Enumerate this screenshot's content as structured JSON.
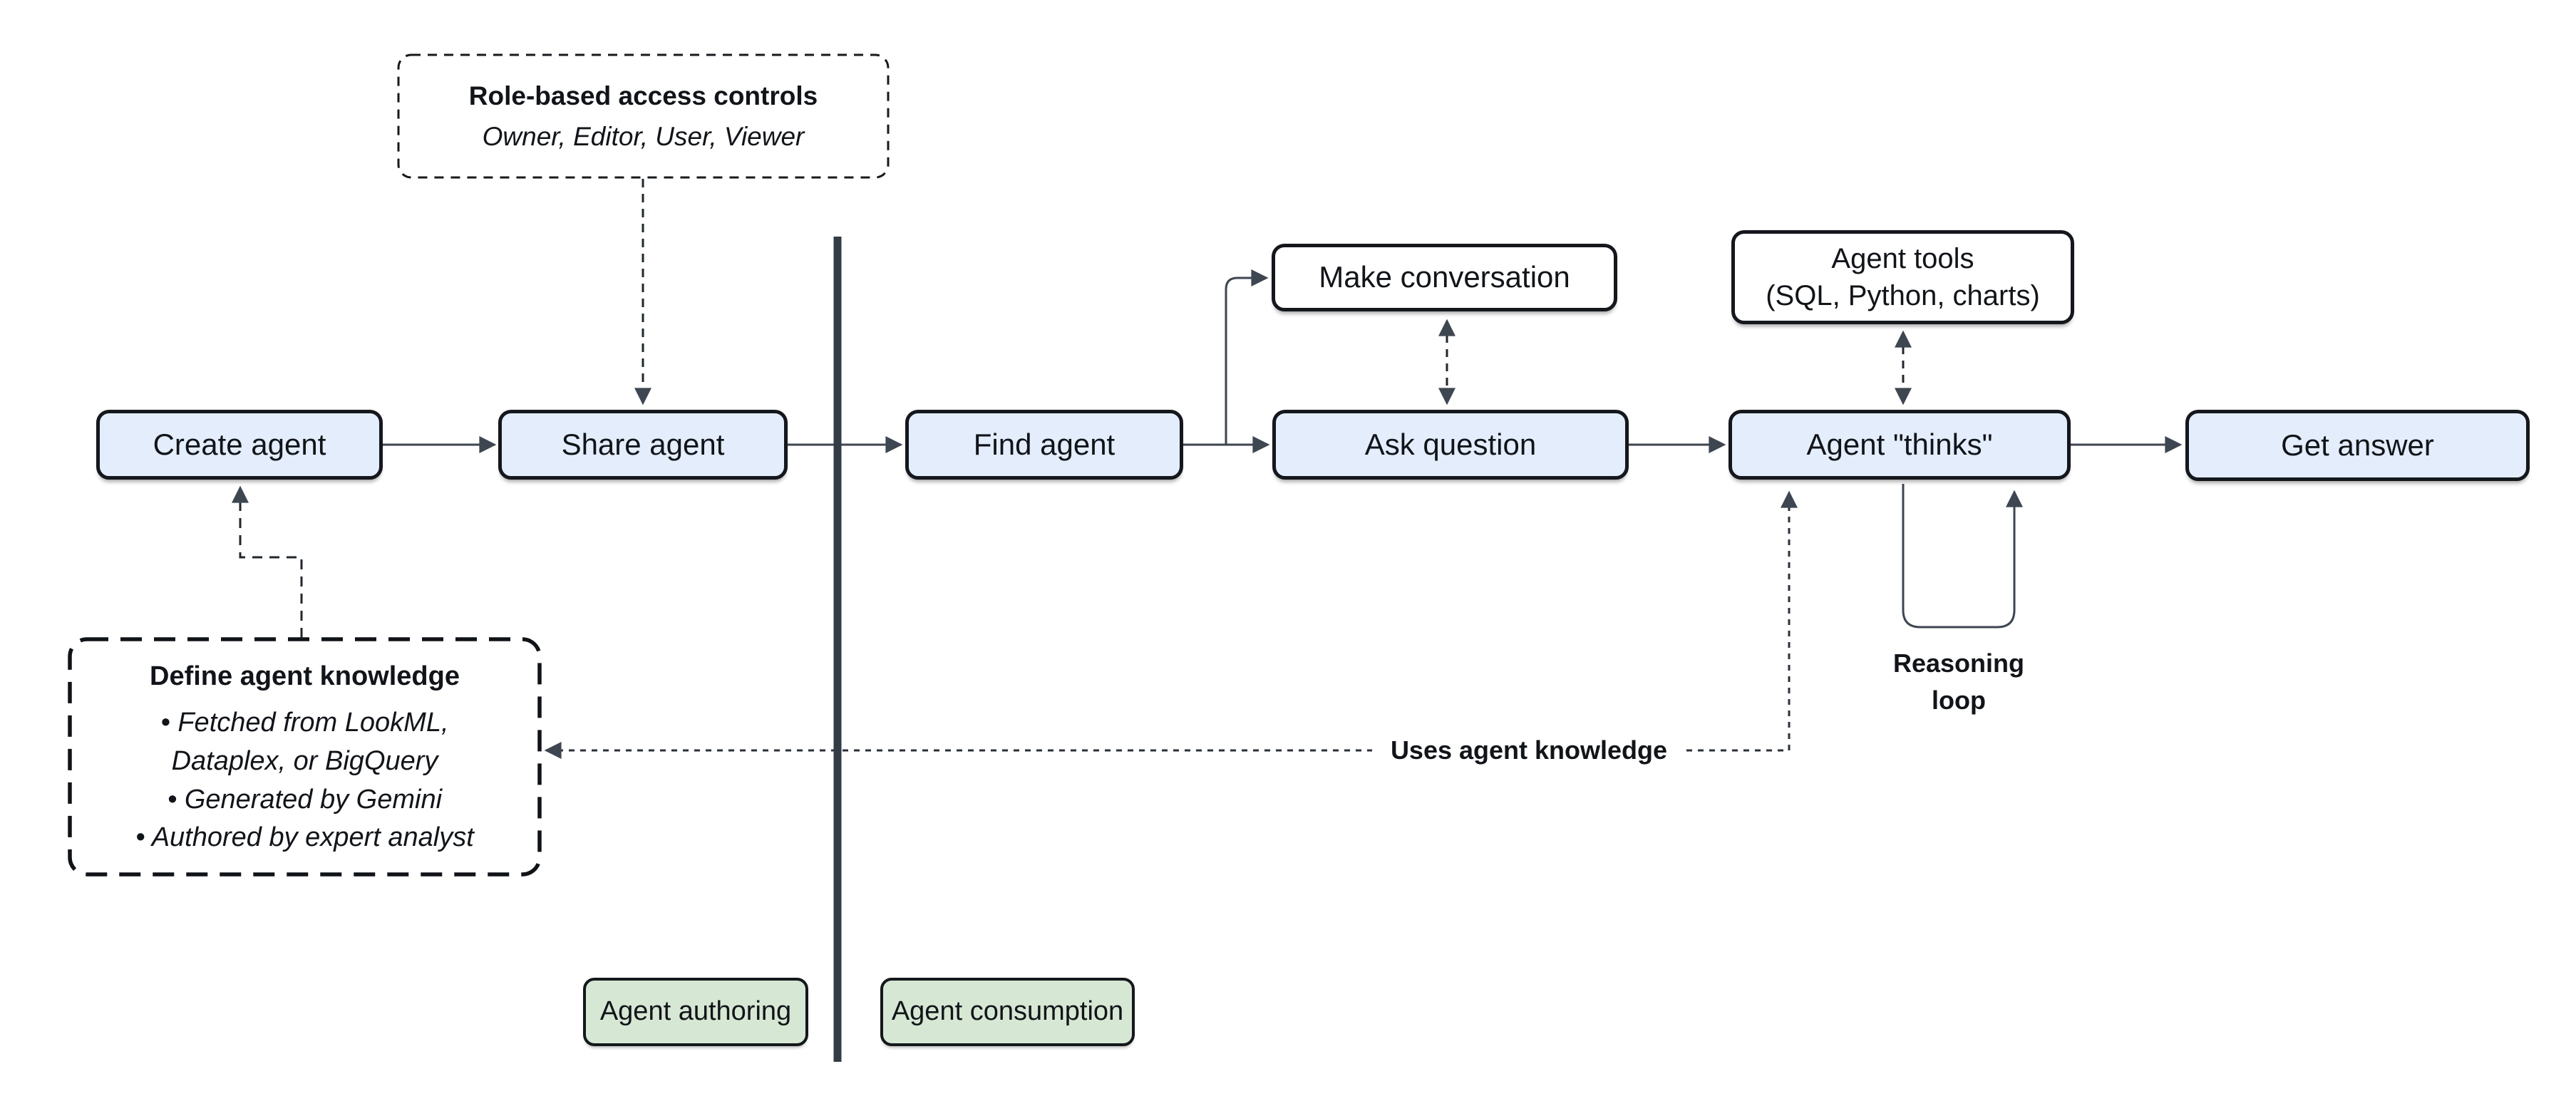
{
  "flow_boxes": {
    "create_agent": "Create agent",
    "share_agent": "Share agent",
    "find_agent": "Find agent",
    "ask_question": "Ask question",
    "agent_thinks": "Agent \"thinks\"",
    "get_answer": "Get answer",
    "make_conversation": "Make conversation",
    "agent_tools_line1": "Agent tools",
    "agent_tools_line2": "(SQL, Python, charts)"
  },
  "role_box": {
    "title": "Role-based access controls",
    "subtitle": "Owner, Editor, User, Viewer"
  },
  "knowledge_box": {
    "title": "Define agent knowledge",
    "bullets": [
      "• Fetched from LookML, Dataplex, or BigQuery",
      "• Generated by Gemini",
      "• Authored by expert analyst"
    ]
  },
  "edge_labels": {
    "uses_agent_knowledge": "Uses agent knowledge",
    "reasoning_loop": "Reasoning loop"
  },
  "zone_labels": {
    "authoring": "Agent authoring",
    "consumption": "Agent consumption"
  },
  "colors": {
    "node_fill_blue": "#e3edfb",
    "node_fill_green": "#d6e8d4",
    "node_fill_white": "#ffffff",
    "node_border": "#14171c",
    "connector": "#3d4651",
    "dashed_line": "#22272e",
    "divider": "#333b45"
  }
}
